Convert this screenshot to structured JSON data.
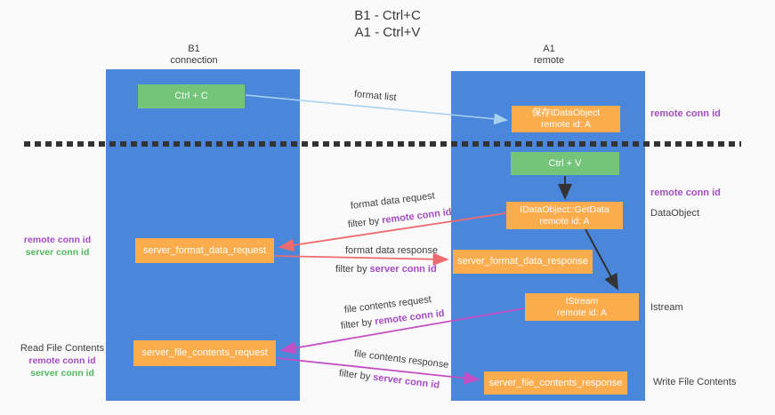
{
  "title": {
    "line1": "B1 - Ctrl+C",
    "line2": "A1 - Ctrl+V"
  },
  "columns": {
    "left": {
      "name": "B1",
      "subtitle": "connection"
    },
    "right": {
      "name": "A1",
      "subtitle": "remote"
    }
  },
  "boxes": {
    "ctrl_c": "Ctrl + C",
    "ctrl_v": "Ctrl + V",
    "save_dataobject": {
      "line1": "保存IDataObject",
      "line2": "remote id: A"
    },
    "getdata": {
      "line1": "IDataObject::GetData",
      "line2": "remote id: A"
    },
    "istream": {
      "line1": "IStream",
      "line2": "remote id: A"
    },
    "server_format_data_request": "server_format_data_request",
    "server_format_data_response": "server_format_data_response",
    "server_file_contents_request": "server_file_contents_request",
    "server_file_contents_response": "server_file_contents_response"
  },
  "side_labels": {
    "remote_conn_id_top": "remote conn id",
    "remote_conn_id_mid": "remote conn id",
    "dataobject": "DataObject",
    "istream": "Istream",
    "write_file_contents": "Write File Contents",
    "read_file_contents": "Read File Contents",
    "left1_remote_conn_id": "remote conn id",
    "left1_server_conn_id": "server conn id",
    "left2_remote_conn_id": "remote conn id",
    "left2_server_conn_id": "server conn id"
  },
  "flow_labels": {
    "format_list": "format list",
    "format_data_request": "format data request",
    "filter_remote_1": {
      "prefix": "filter by ",
      "highlight": "remote conn id"
    },
    "format_data_response": "format data response",
    "filter_server_1": {
      "prefix": "filter by ",
      "highlight": "server conn id"
    },
    "file_contents_request": "file contents request",
    "filter_remote_2": {
      "prefix": "filter by ",
      "highlight": "remote conn id"
    },
    "file_contents_response": "file contents response",
    "filter_server_2": {
      "prefix": "filter by ",
      "highlight": "server conn id"
    }
  },
  "colors": {
    "lifeline_blue": "#4a86d9",
    "action_green": "#74c47a",
    "message_orange": "#fbac4d",
    "request_arrow_red": "#ed6a6d",
    "file_arrow_magenta": "#c44fc4",
    "format_list_arrow_blue": "#a9d2f0",
    "remote_conn_id_purple": "#a54cc5",
    "server_conn_id_green": "#53b85f",
    "divider_black": "#333333"
  }
}
